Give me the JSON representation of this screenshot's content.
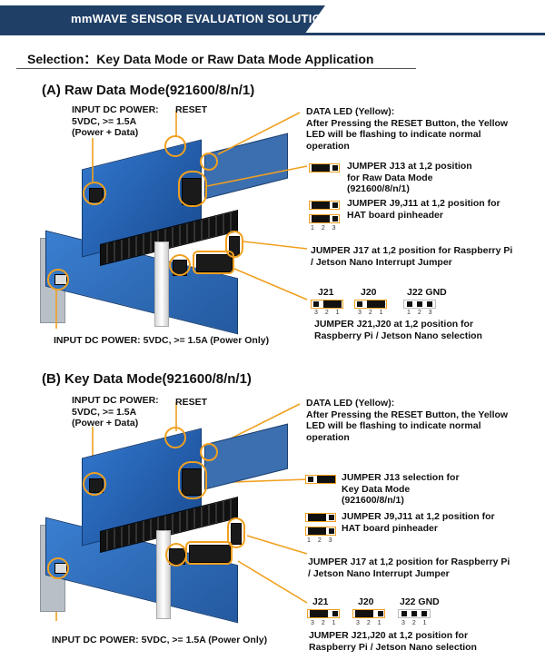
{
  "header": {
    "title": "mmWAVE SENSOR EVALUATION SOLUTION"
  },
  "selection_title": "Selection：Key Data Mode or Raw Data Mode Application",
  "section_a": {
    "title": "(A) Raw Data Mode(921600/8/n/1)",
    "input_power_data": [
      "INPUT DC POWER:",
      "5VDC, >= 1.5A",
      "(Power + Data)"
    ],
    "reset": "RESET",
    "data_led": [
      "DATA LED (Yellow):",
      "After Pressing the RESET Button, the Yellow",
      "LED  will  be  flashing  to  indicate  normal",
      "operation"
    ],
    "j13": [
      "JUMPER J13 at 1,2 position",
      "for Raw Data Mode",
      "(921600/8/n/1)"
    ],
    "j9j11": [
      "JUMPER J9,J11 at 1,2 position for",
      "HAT board pinheader"
    ],
    "pin_numbers": "1 2 3",
    "j17": [
      "JUMPER J17 at 1,2 position for Raspberry Pi",
      "/ Jetson Nano Interrupt Jumper"
    ],
    "j21_label": "J21",
    "j20_label": "J20",
    "j22_label": "J22 GND",
    "j21_pins": "3 2 1",
    "j20_pins": "3 2 1",
    "j22_pins": "1 2 3",
    "j21j20": [
      "JUMPER J21,J20 at 1,2 position for",
      "Raspberry Pi / Jetson Nano selection"
    ],
    "input_power_only": "INPUT DC POWER: 5VDC, >= 1.5A (Power Only)"
  },
  "section_b": {
    "title": "(B) Key Data Mode(921600/8/n/1)",
    "input_power_data": [
      "INPUT DC POWER:",
      "5VDC, >= 1.5A",
      "(Power + Data)"
    ],
    "reset": "RESET",
    "data_led": [
      "DATA LED (Yellow):",
      "After Pressing the RESET Button, the Yellow",
      "LED  will  be  flashing  to  indicate  normal",
      "operation"
    ],
    "j13": [
      "JUMPER J13 selection for",
      "Key Data Mode",
      "(921600/8/n/1)"
    ],
    "j9j11": [
      "JUMPER J9,J11 at 1,2 position for",
      "HAT board pinheader"
    ],
    "pin_numbers": "1 2 3",
    "j17": [
      "JUMPER J17 at 1,2 position for Raspberry Pi",
      "/ Jetson Nano Interrupt Jumper"
    ],
    "j21_label": "J21",
    "j20_label": "J20",
    "j22_label": "J22 GND",
    "j21_pins": "3 2 1",
    "j20_pins": "3 2 1",
    "j22_pins": "3 2 1",
    "j21j20": [
      "JUMPER J21,J20 at 1,2 position for",
      "Raspberry Pi / Jetson Nano selection"
    ],
    "input_power_only": "INPUT DC POWER: 5VDC, >= 1.5A (Power Only)"
  },
  "colors": {
    "banner": "#1f3f66",
    "highlight": "#f0a020",
    "pcb": "#2f73c8"
  }
}
